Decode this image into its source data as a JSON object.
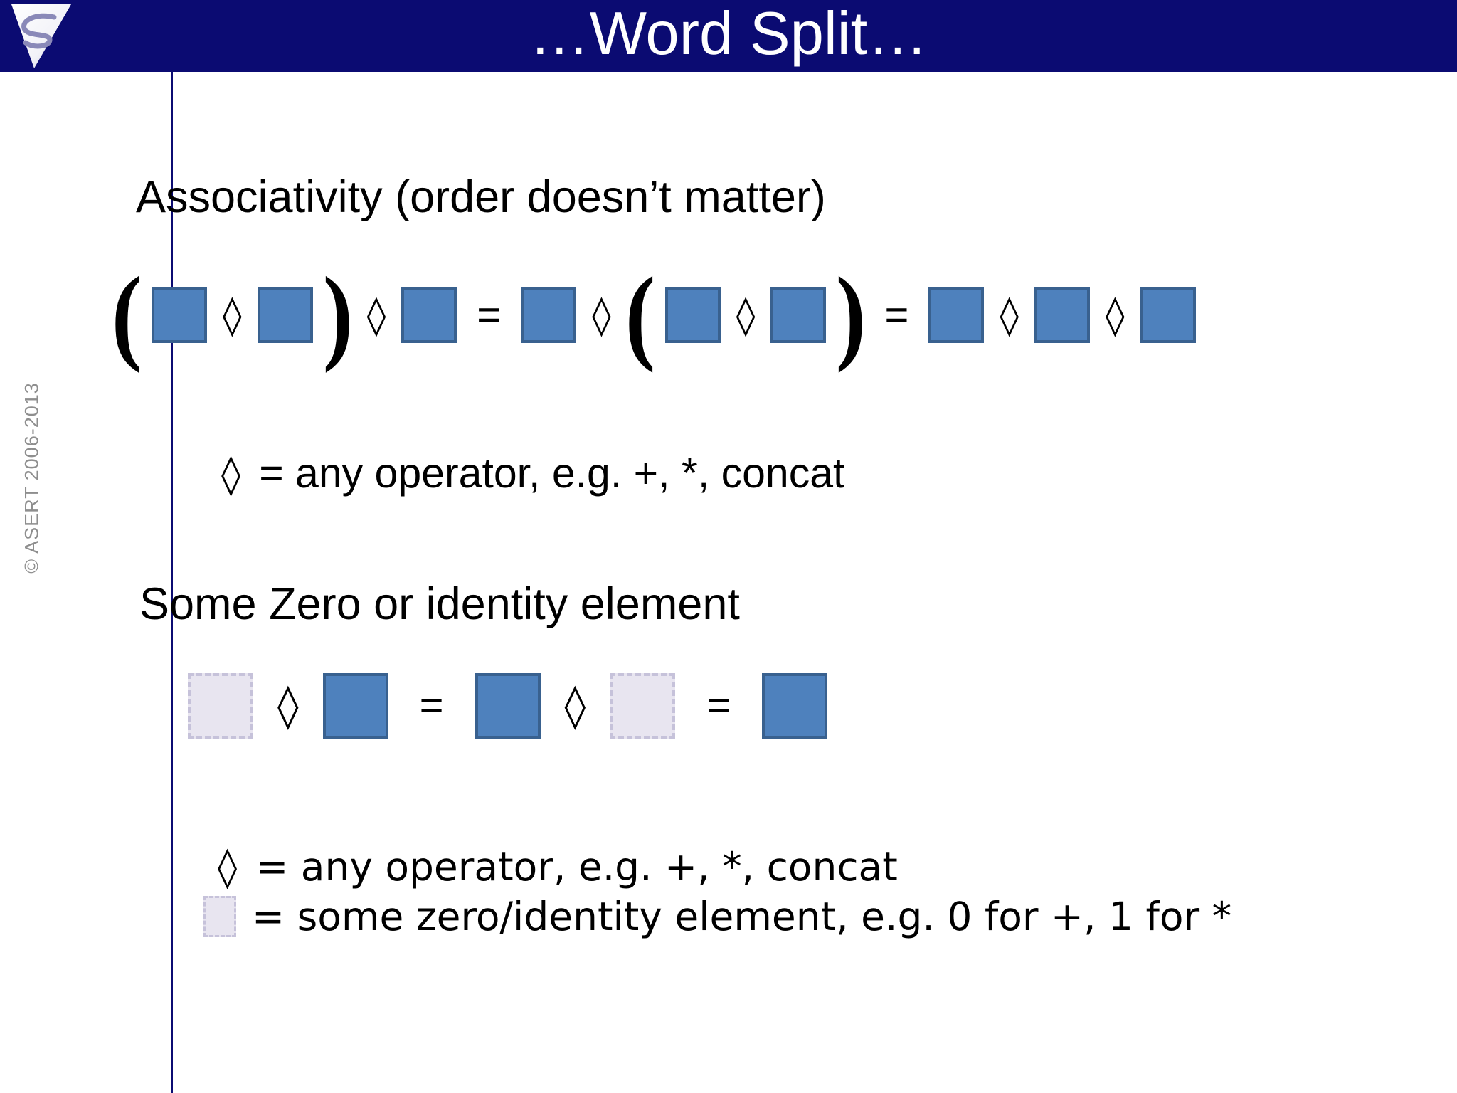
{
  "slide": {
    "title": "…Word Split…",
    "logo_alt": "asert-logo",
    "copyright": "© ASERT 2006-2013",
    "header_color": "#0b0b72",
    "box_fill": "#4e81bd",
    "box_border": "#39618f",
    "zero_fill": "#e8e5f0",
    "zero_border": "#c6c2da"
  },
  "sections": [
    {
      "heading": "Associativity (order doesn’t matter)",
      "equation": [
        {
          "kind": "paren",
          "label": "("
        },
        {
          "kind": "box"
        },
        {
          "kind": "op",
          "label": "◊"
        },
        {
          "kind": "box"
        },
        {
          "kind": "paren",
          "label": ")"
        },
        {
          "kind": "op",
          "label": "◊"
        },
        {
          "kind": "box"
        },
        {
          "kind": "equals",
          "label": "="
        },
        {
          "kind": "box"
        },
        {
          "kind": "op",
          "label": "◊"
        },
        {
          "kind": "paren",
          "label": "("
        },
        {
          "kind": "box"
        },
        {
          "kind": "op",
          "label": "◊"
        },
        {
          "kind": "box"
        },
        {
          "kind": "paren",
          "label": ")"
        },
        {
          "kind": "equals",
          "label": "="
        },
        {
          "kind": "box"
        },
        {
          "kind": "op",
          "label": "◊"
        },
        {
          "kind": "box"
        },
        {
          "kind": "op",
          "label": "◊"
        },
        {
          "kind": "box"
        }
      ],
      "legend": [
        {
          "glyph": "◊",
          "text": "= any operator, e.g. +, *, concat"
        }
      ]
    },
    {
      "heading": "Some Zero or identity element",
      "equation": [
        {
          "kind": "box-dashed"
        },
        {
          "kind": "op",
          "label": "◊"
        },
        {
          "kind": "box"
        },
        {
          "kind": "equals",
          "label": "="
        },
        {
          "kind": "box"
        },
        {
          "kind": "op",
          "label": "◊"
        },
        {
          "kind": "box-dashed"
        },
        {
          "kind": "equals",
          "label": "="
        },
        {
          "kind": "box"
        }
      ],
      "legend": [
        {
          "glyph": "◊",
          "text": "= any operator, e.g. +, *, concat"
        },
        {
          "glyph": "swatch",
          "text": "= some zero/identity element, e.g. 0 for +, 1 for *"
        }
      ]
    }
  ]
}
